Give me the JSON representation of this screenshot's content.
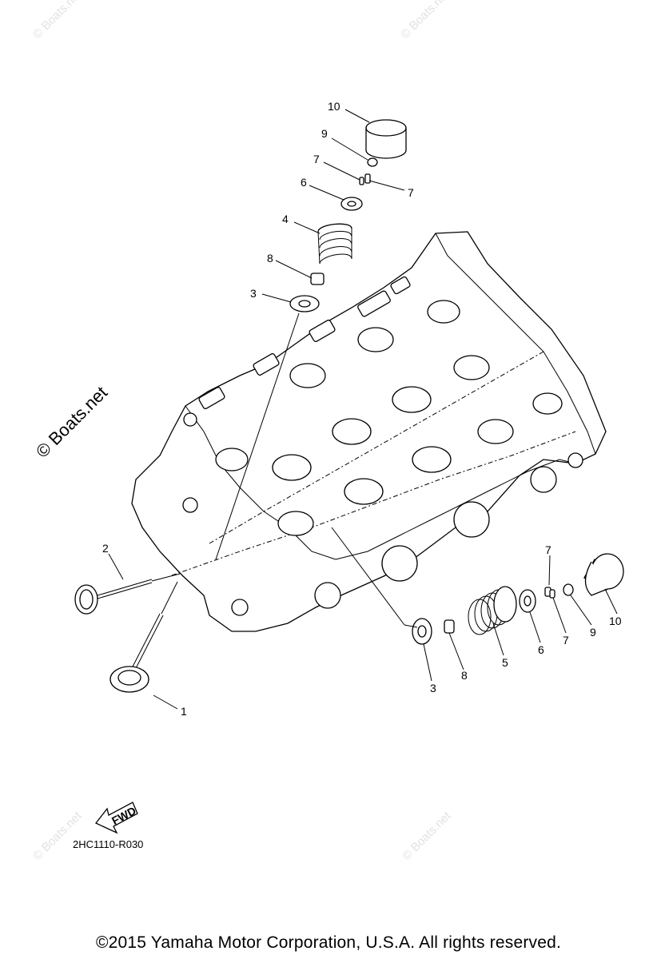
{
  "watermarks": {
    "main": "© Boats.net",
    "faint": "© Boats.net"
  },
  "callouts": {
    "c1": "1",
    "c2": "2",
    "c3a": "3",
    "c3b": "3",
    "c4": "4",
    "c5": "5",
    "c6a": "6",
    "c6b": "6",
    "c7a": "7",
    "c7b": "7",
    "c7c": "7",
    "c7d": "7",
    "c8a": "8",
    "c8b": "8",
    "c9a": "9",
    "c9b": "9",
    "c10a": "10",
    "c10b": "10"
  },
  "fwd_label": "FWD",
  "diagram_code": "2HC1110-R030",
  "copyright": "©2015 Yamaha Motor Corporation, U.S.A. All rights reserved."
}
